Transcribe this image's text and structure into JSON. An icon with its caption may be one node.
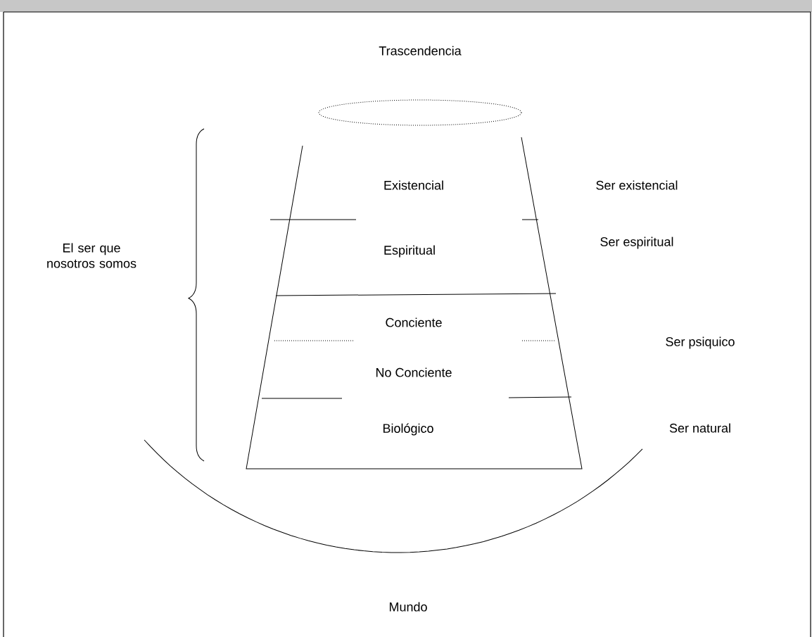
{
  "diagram": {
    "nodes": [
      {
        "text": [
          "Existencial",
          "Espiritual",
          "Conciente",
          "No Conciente",
          "Biológico"
        ]
      },
      {
        "text": [],
        "shape": "ellipse"
      }
    ],
    "labels": [
      "Trascendencia",
      "Ser existencial",
      "El ser que nosotros somos",
      "Ser espiritual",
      "Ser psiquico",
      "Ser natural",
      "Mundo"
    ]
  }
}
